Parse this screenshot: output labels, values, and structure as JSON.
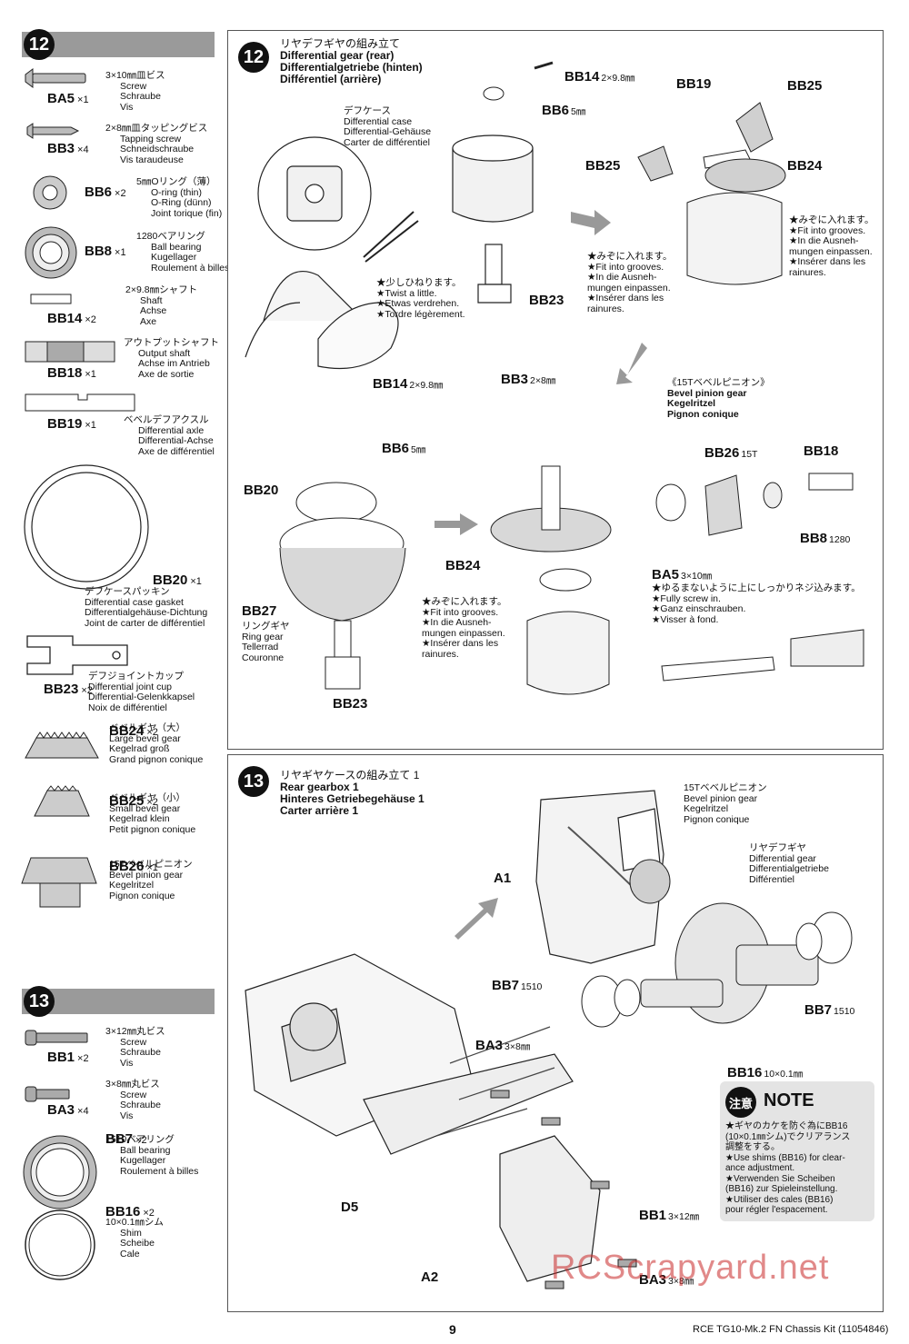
{
  "steps": {
    "s12": "12",
    "s13": "13"
  },
  "parts12": [
    {
      "code": "BA5",
      "qty": "×1",
      "lines": [
        "3×10㎜皿ビス",
        "Screw",
        "Schraube",
        "Vis"
      ]
    },
    {
      "code": "BB3",
      "qty": "×4",
      "lines": [
        "2×8㎜皿タッピングビス",
        "Tapping screw",
        "Schneidschraube",
        "Vis taraudeuse"
      ]
    },
    {
      "code": "BB6",
      "qty": "×2",
      "lines": [
        "5㎜Oリング（薄）",
        "O-ring (thin)",
        "O-Ring (dünn)",
        "Joint torique (fin)"
      ]
    },
    {
      "code": "BB8",
      "qty": "×1",
      "lines": [
        "1280ベアリング",
        "Ball bearing",
        "Kugellager",
        "Roulement à billes"
      ]
    },
    {
      "code": "BB14",
      "qty": "×2",
      "lines": [
        "2×9.8㎜シャフト",
        "Shaft",
        "Achse",
        "Axe"
      ]
    },
    {
      "code": "BB18",
      "qty": "×1",
      "lines": [
        "アウトプットシャフト",
        "Output shaft",
        "Achse im Antrieb",
        "Axe de sortie"
      ]
    },
    {
      "code": "BB19",
      "qty": "×1",
      "lines": [
        "ベベルデフアクスル",
        "Differential axle",
        "Differential-Achse",
        "Axe de différentiel"
      ]
    },
    {
      "code": "BB20",
      "qty": "×1",
      "lines": [
        "デフケースパッキン",
        "Differential case gasket",
        "Differentialgehäuse-Dichtung",
        "Joint de carter de différentiel"
      ]
    },
    {
      "code": "BB23",
      "qty": "×2",
      "lines": [
        "デフジョイントカップ",
        "Differential joint cup",
        "Differential-Gelenkkapsel",
        "Noix de différentiel"
      ]
    },
    {
      "code": "BB24",
      "qty": "×2",
      "lines": [
        "ベベルギヤ（大）",
        "Large bevel gear",
        "Kegelrad groß",
        "Grand pignon conique"
      ]
    },
    {
      "code": "BB25",
      "qty": "×2",
      "lines": [
        "ベベルギヤ（小）",
        "Small bevel gear",
        "Kegelrad klein",
        "Petit pignon conique"
      ]
    },
    {
      "code": "BB26",
      "qty": "×1",
      "lines": [
        "15Tベベルピニオン",
        "Bevel pinion gear",
        "Kegelritzel",
        "Pignon conique"
      ]
    }
  ],
  "parts13": [
    {
      "code": "BB1",
      "qty": "×2",
      "lines": [
        "3×12㎜丸ビス",
        "Screw",
        "Schraube",
        "Vis"
      ]
    },
    {
      "code": "BA3",
      "qty": "×4",
      "lines": [
        "3×8㎜丸ビス",
        "Screw",
        "Schraube",
        "Vis"
      ]
    },
    {
      "code": "BB7",
      "qty": "×2",
      "lines": [
        "1510ベアリング",
        "Ball bearing",
        "Kugellager",
        "Roulement à billes"
      ]
    },
    {
      "code": "BB16",
      "qty": "×2",
      "lines": [
        "10×0.1㎜シム",
        "Shim",
        "Scheibe",
        "Cale"
      ]
    }
  ],
  "panel12": {
    "title_jp": "リヤデフギヤの組み立て",
    "title_lines": [
      "Differential gear (rear)",
      "Differentialgetriebe (hinten)",
      "Différentiel (arrière)"
    ],
    "case_lines": [
      "デフケース",
      "Differential case",
      "Differential-Gehäuse",
      "Carter de différentiel"
    ],
    "twist_lines": [
      "★少しひねります。",
      "★Twist a little.",
      "★Etwas verdrehen.",
      "★Tordre légèrement."
    ],
    "grooves_a": [
      "★みぞに入れます。",
      "★Fit into grooves.",
      "★In die Ausneh-",
      "mungen einpassen.",
      "★Insérer dans les",
      "rainures."
    ],
    "grooves_b": [
      "★みぞに入れます。",
      "★Fit into grooves.",
      "★In die Ausneh-",
      "mungen einpassen.",
      "★Insérer dans les",
      "rainures."
    ],
    "grooves_c": [
      "★みぞに入れます。",
      "★Fit into grooves.",
      "★In die Ausneh-",
      "mungen einpassen.",
      "★Insérer dans les",
      "rainures."
    ],
    "pinion_lines": [
      "《15Tベベルピニオン》",
      "Bevel pinion gear",
      "Kegelritzel",
      "Pignon conique"
    ],
    "screw_lines": [
      "★ゆるまないように上にしっかりネジ込みます。",
      "★Fully screw in.",
      "★Ganz einschrauben.",
      "★Visser à fond."
    ],
    "ring_lines": [
      "リングギヤ",
      "Ring gear",
      "Tellerrad",
      "Couronne"
    ],
    "labels": {
      "bb14a": "BB14",
      "bb14a_s": "2×9.8㎜",
      "bb6a": "BB6",
      "bb6a_s": "5㎜",
      "bb19": "BB19",
      "bb25a": "BB25",
      "bb25b": "BB25",
      "bb24a": "BB24",
      "bb23a": "BB23",
      "bb14b": "BB14",
      "bb14b_s": "2×9.8㎜",
      "bb3": "BB3",
      "bb3_s": "2×8㎜",
      "bb6b": "BB6",
      "bb6b_s": "5㎜",
      "bb20": "BB20",
      "bb24b": "BB24",
      "bb27": "BB27",
      "bb23b": "BB23",
      "bb26": "BB26",
      "bb26_s": "15T",
      "bb18": "BB18",
      "bb8": "BB8",
      "bb8_s": "1280",
      "ba5": "BA5",
      "ba5_s": "3×10㎜"
    }
  },
  "panel13": {
    "title_jp": "リヤギヤケースの組み立て 1",
    "title_lines": [
      "Rear gearbox 1",
      "Hinteres Getriebegehäuse 1",
      "Carter arrière 1"
    ],
    "pinion_lines": [
      "15Tベベルピニオン",
      "Bevel pinion gear",
      "Kegelritzel",
      "Pignon conique"
    ],
    "diff_lines": [
      "リヤデフギヤ",
      "Differential gear",
      "Differentialgetriebe",
      "Différentiel"
    ],
    "labels": {
      "a1": "A1",
      "bb7a": "BB7",
      "bb7a_s": "1510",
      "bb7b": "BB7",
      "bb7b_s": "1510",
      "bb16": "BB16",
      "bb16_s": "10×0.1㎜",
      "ba3a": "BA3",
      "ba3a_s": "3×8㎜",
      "d5": "D5",
      "bb1": "BB1",
      "bb1_s": "3×12㎜",
      "a2": "A2",
      "ba3b": "BA3",
      "ba3b_s": "3×8㎜"
    },
    "note_badge": "注意",
    "note_title": "NOTE",
    "note_lines": [
      "★ギヤのカケを防ぐ為にBB16",
      "(10×0.1㎜シム)でクリアランス",
      "調整をする。",
      "★Use shims (BB16) for clear-",
      "ance adjustment.",
      "★Verwenden Sie Scheiben",
      "(BB16) zur Spieleinstellung.",
      "★Utiliser des cales (BB16)",
      "pour régler l'espacement."
    ]
  },
  "footer": {
    "page": "9",
    "title": "RCE TG10-Mk.2 FN Chassis Kit (11054846)"
  },
  "watermark": "RCScrapyard.net"
}
